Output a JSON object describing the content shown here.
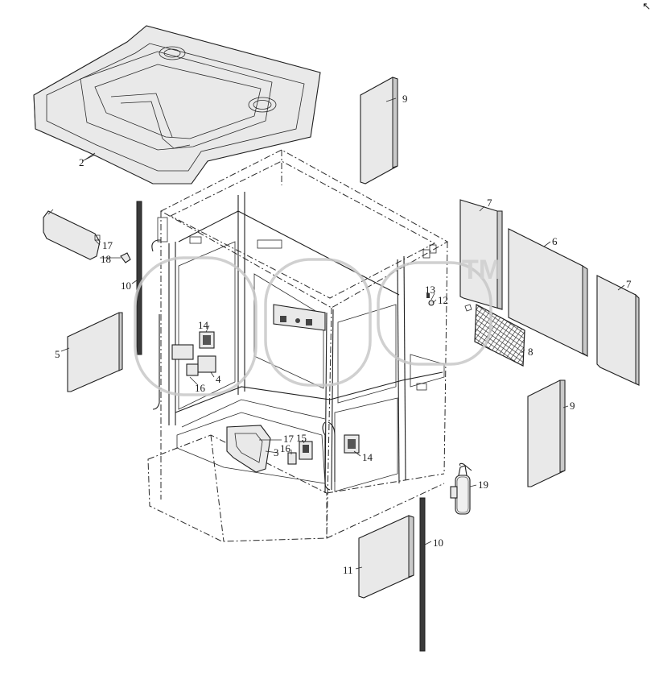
{
  "watermark": {
    "logo_text": "amg",
    "mark": "TM"
  },
  "corner_mark": "↖",
  "callouts": [
    {
      "id": "c2",
      "text": "2"
    },
    {
      "id": "c9a",
      "text": "9"
    },
    {
      "id": "c7a",
      "text": "7"
    },
    {
      "id": "c6",
      "text": "6"
    },
    {
      "id": "c7b",
      "text": "7"
    },
    {
      "id": "c17a",
      "text": "17"
    },
    {
      "id": "c18",
      "text": "18"
    },
    {
      "id": "c10a",
      "text": "10"
    },
    {
      "id": "c13",
      "text": "13"
    },
    {
      "id": "c12",
      "text": "12"
    },
    {
      "id": "c14a",
      "text": "14"
    },
    {
      "id": "c5",
      "text": "5"
    },
    {
      "id": "c8",
      "text": "8"
    },
    {
      "id": "c4",
      "text": "4"
    },
    {
      "id": "c16a",
      "text": "16"
    },
    {
      "id": "c9b",
      "text": "9"
    },
    {
      "id": "c17b",
      "text": "17"
    },
    {
      "id": "c3",
      "text": "3"
    },
    {
      "id": "c16b",
      "text": "16"
    },
    {
      "id": "c15",
      "text": "15"
    },
    {
      "id": "c14b",
      "text": "14"
    },
    {
      "id": "c19",
      "text": "19"
    },
    {
      "id": "c10b",
      "text": "10"
    },
    {
      "id": "c11",
      "text": "11"
    }
  ]
}
